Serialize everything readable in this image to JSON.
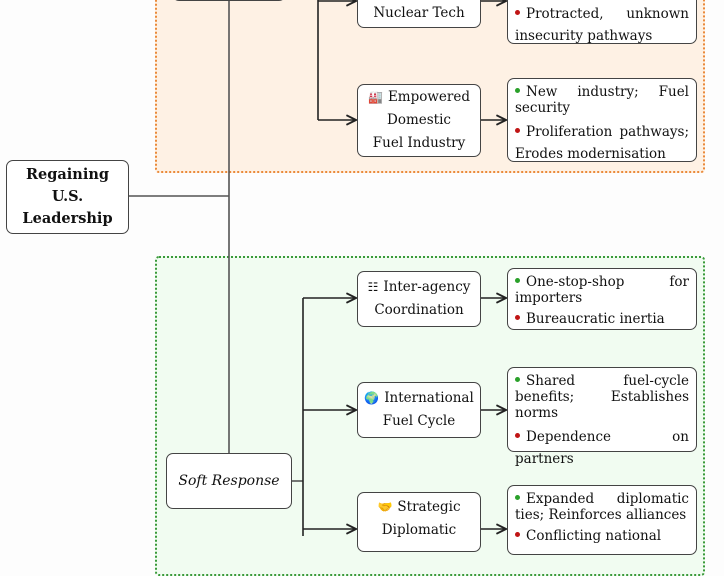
{
  "diagram": {
    "root": {
      "lines": [
        "Regaining",
        "U.S.",
        "Leadership"
      ]
    },
    "orange_group": {
      "nodes": [
        {
          "icon": "",
          "lines": [
            "Nuclear Tech"
          ],
          "outcomes": [
            {
              "type": "con",
              "text": "Protracted, unknown insecurity pathways"
            }
          ]
        },
        {
          "icon": "factory-icon",
          "lines": [
            "Empowered",
            "Domestic",
            "Fuel Industry"
          ],
          "outcomes": [
            {
              "type": "pro",
              "text": "New industry; Fuel security"
            },
            {
              "type": "con",
              "text": "Proliferation pathways; Erodes modernisation"
            }
          ]
        }
      ]
    },
    "green_group": {
      "category": "Soft Response",
      "nodes": [
        {
          "icon": "sitemap-icon",
          "lines": [
            "Inter-agency",
            "Coordination"
          ],
          "outcomes": [
            {
              "type": "pro",
              "text": "One-stop-shop for importers"
            },
            {
              "type": "con",
              "text": "Bureaucratic inertia"
            }
          ]
        },
        {
          "icon": "globe-icon",
          "lines": [
            "International",
            "Fuel Cycle"
          ],
          "outcomes": [
            {
              "type": "pro",
              "text": "Shared fuel-cycle benefits; Establishes norms"
            },
            {
              "type": "con",
              "text": "Dependence on partners"
            }
          ]
        },
        {
          "icon": "handshake-icon",
          "lines": [
            "Strategic",
            "Diplomatic"
          ],
          "outcomes": [
            {
              "type": "pro",
              "text": "Expanded diplomatic ties; Reinforces alliances"
            },
            {
              "type": "con",
              "text": "Conflicting national"
            }
          ]
        }
      ]
    },
    "colors": {
      "pro": "#2aa02a",
      "con": "#c01515",
      "orange_region": "#fef1e4",
      "green_region": "#f1fcf1"
    }
  }
}
